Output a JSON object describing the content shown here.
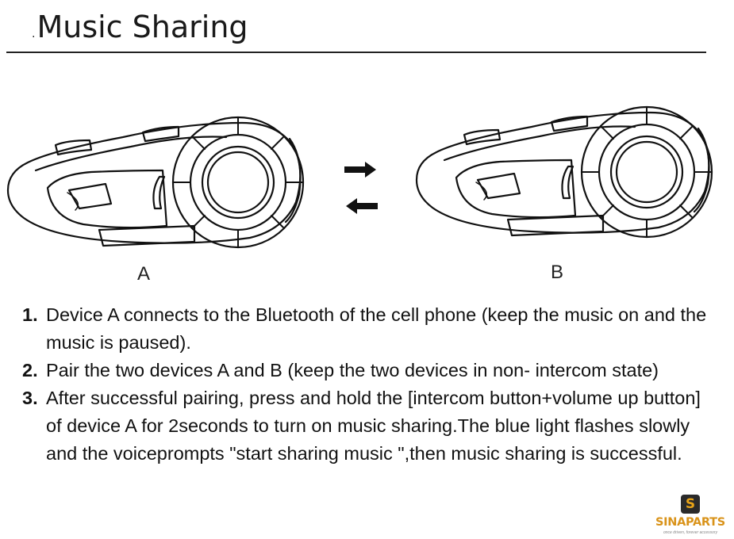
{
  "page": {
    "title_mark": ".",
    "title": "Music Sharing"
  },
  "figure": {
    "label_a": "A",
    "label_b": "B"
  },
  "steps": [
    {
      "num": "1.",
      "text": "Device A connects to the Bluetooth of the cell phone (keep the music on and the music is paused)."
    },
    {
      "num": "2.",
      "text": "Pair the two devices A and B (keep the two devices in non- intercom state)"
    },
    {
      "num": "3.",
      "text": "After successful pairing, press and hold the  [intercom button+volume up button] of device A for 2seconds to turn on music sharing.The blue light flashes slowly and the voiceprompts \"start sharing music \",then music sharing is successful."
    }
  ],
  "logo": {
    "badge": "S",
    "name": "SINAPARTS",
    "tagline": "once driven, forever accessory",
    "colors": {
      "badge_bg": "#2a2a2a",
      "accent": "#d9931a"
    }
  }
}
